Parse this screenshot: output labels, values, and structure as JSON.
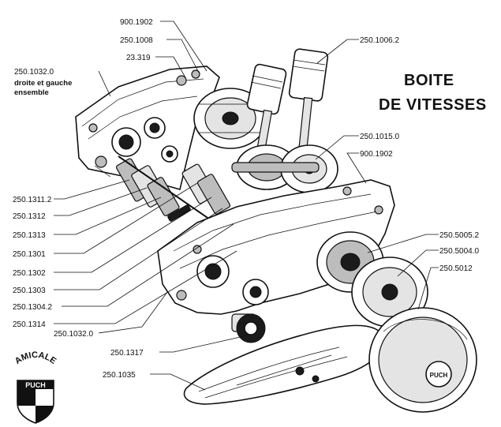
{
  "title_line1": "BOITE",
  "title_line2": "DE VITESSES",
  "labels": {
    "p_900_1902_top": "900.1902",
    "p_250_1008": "250.1008",
    "p_23_319": "23.319",
    "p_250_1032_0_top": "250.1032.0",
    "note_line1": "droite et gauche",
    "note_line2": "ensemble",
    "p_250_1006_2": "250.1006.2",
    "p_250_1015_0": "250.1015.0",
    "p_900_1902_right": "900.1902",
    "p_250_1311_2": "250.1311.2",
    "p_250_1312": "250.1312",
    "p_250_1313": "250.1313",
    "p_250_1301": "250.1301",
    "p_250_1302": "250.1302",
    "p_250_1303": "250.1303",
    "p_250_1304_2": "250.1304.2",
    "p_250_1314": "250.1314",
    "p_250_1032_0_bottom": "250.1032.0",
    "p_250_5005_2": "250.5005.2",
    "p_250_5004_0": "250.5004.0",
    "p_250_5012": "250.5012",
    "p_250_1317": "250.1317",
    "p_250_1035": "250.1035"
  },
  "logo": {
    "arc_text": "AMICALE",
    "brand": "PUCH"
  },
  "cover_brand": "PUCH"
}
